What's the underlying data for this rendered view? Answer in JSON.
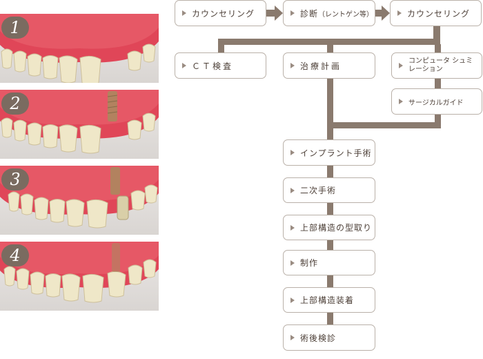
{
  "steps": [
    {
      "number": "1"
    },
    {
      "number": "2"
    },
    {
      "number": "3"
    },
    {
      "number": "4"
    }
  ],
  "flow": {
    "top": [
      {
        "label": "カウンセリング"
      },
      {
        "label": "診断",
        "sub": "（レントゲン等）"
      },
      {
        "label": "カウンセリング"
      }
    ],
    "branch": {
      "ct": "ＣＴ検査",
      "plan": "治療計画",
      "sim": "コンピュータ シュミレーション",
      "guide": "サージカルガイド"
    },
    "main": [
      {
        "label": "インプラント手術"
      },
      {
        "label": "二次手術"
      },
      {
        "label": "上部構造の型取り"
      },
      {
        "label": "制作"
      },
      {
        "label": "上部構造装着"
      },
      {
        "label": "術後検診"
      }
    ]
  },
  "colors": {
    "connector": "#8a7a6e",
    "box_border": "#b9b0a8",
    "text": "#4d4038",
    "gum": "#e04658",
    "badge": "#7a6b60"
  }
}
